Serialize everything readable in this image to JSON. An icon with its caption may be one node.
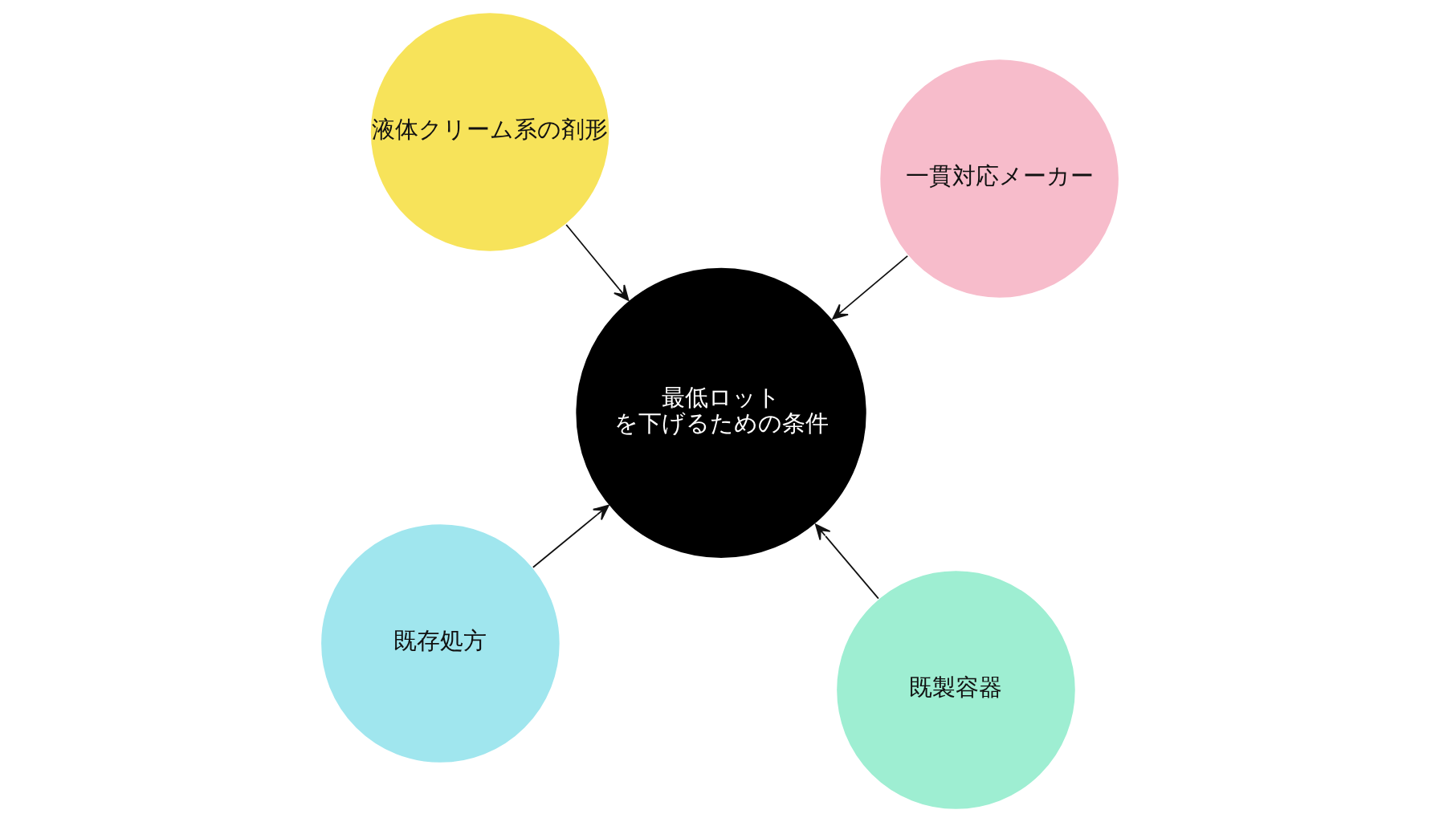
{
  "diagram": {
    "nodes": [
      {
        "text": [
          "既存処方"
        ]
      },
      {
        "text": [
          "既製容器"
        ]
      },
      {
        "text": [
          "最低ロットを下げるための条件"
        ]
      },
      {
        "text": [
          "液体クリーム系の剤形"
        ]
      },
      {
        "text": [
          "一貫対応メーカー"
        ]
      }
    ],
    "edges": [
      {
        "from": 0,
        "to": 2,
        "arrow": "to"
      },
      {
        "from": 1,
        "to": 2,
        "arrow": "to"
      },
      {
        "from": 3,
        "to": 2,
        "arrow": "to"
      },
      {
        "from": 4,
        "to": 2,
        "arrow": "to"
      }
    ]
  }
}
